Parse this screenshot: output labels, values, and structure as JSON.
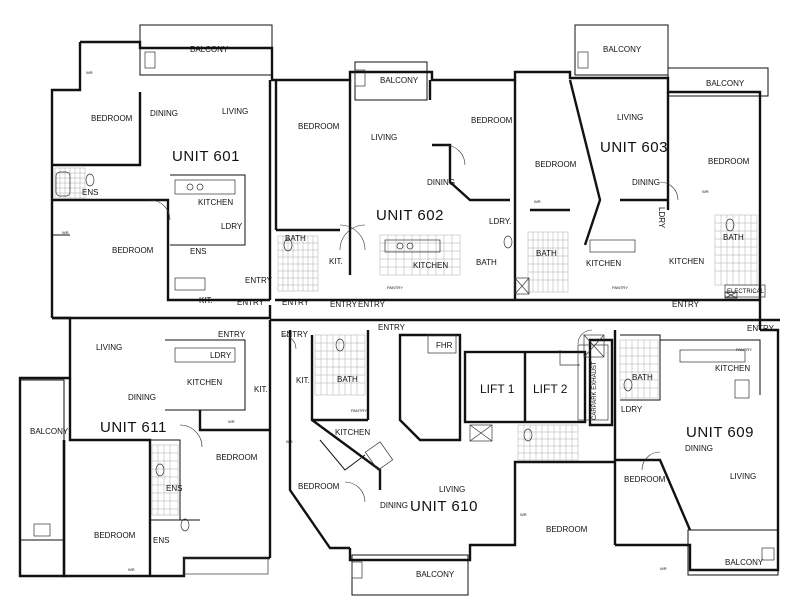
{
  "units": {
    "u601": "UNIT 601",
    "u602": "UNIT 602",
    "u603": "UNIT 603",
    "u609": "UNIT 609",
    "u610": "UNIT 610",
    "u611": "UNIT 611"
  },
  "lifts": {
    "lift1": "LIFT 1",
    "lift2": "LIFT 2"
  },
  "fhr": "FHR",
  "carpark_exhaust": "CARPARK EXHAUST",
  "electrical": "ELECTRICAL",
  "labels": {
    "balcony": "BALCONY",
    "bedroom": "BEDROOM",
    "dining": "DINING",
    "living": "LIVING",
    "kitchen": "KITCHEN",
    "kit": "KIT.",
    "ens": "ENS",
    "bath": "BATH",
    "ldry": "LDRY.",
    "ldry2": "LDRY",
    "entry": "ENTRY",
    "pantry": "PANTRY",
    "wr": "WR"
  }
}
